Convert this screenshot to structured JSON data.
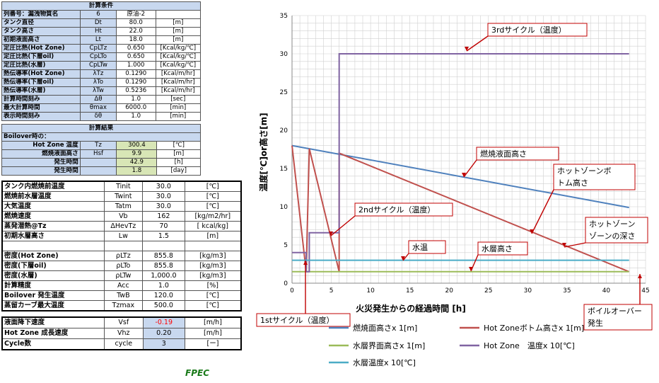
{
  "calc_conditions": {
    "title": "計算条件",
    "rows": [
      {
        "label": "列番号：漏洩物質名",
        "sym": "6",
        "val": "原油-2",
        "unit": ""
      },
      {
        "label": "タンク直径",
        "sym": "Dt",
        "val": "80.0",
        "unit": "[m]"
      },
      {
        "label": "タンク高さ",
        "sym": "Ht",
        "val": "22.0",
        "unit": "[m]"
      },
      {
        "label": "初期液面高さ",
        "sym": "Lt",
        "val": "18.0",
        "unit": "[m]"
      },
      {
        "label": "定圧比熱(Hot Zone)",
        "sym": "CpLTz",
        "val": "0.650",
        "unit": "[Kcal/kg/℃]"
      },
      {
        "label": "定圧比熱(下層oil)",
        "sym": "CpLTo",
        "val": "0.650",
        "unit": "[Kcal/kg/℃]"
      },
      {
        "label": "定圧比熱(水層)",
        "sym": "CpLTw",
        "val": "1.000",
        "unit": "[Kcal/kg/℃]"
      },
      {
        "label": "熱伝導率(Hot Zone)",
        "sym": "λTz",
        "val": "0.1290",
        "unit": "[Kcal/m/hr]"
      },
      {
        "label": "熱伝導率(下層oil)",
        "sym": "λTo",
        "val": "0.1290",
        "unit": "[Kcal/m/hr]"
      },
      {
        "label": "熱伝導率(水層)",
        "sym": "λTw",
        "val": "0.5236",
        "unit": "[Kcal/m/hr]"
      },
      {
        "label": "計算時間刻み",
        "sym": "Δθ",
        "val": "1.0",
        "unit": "[sec]"
      },
      {
        "label": "最大計算時間",
        "sym": "θmax",
        "val": "6000.0",
        "unit": "[min]"
      },
      {
        "label": "表示時間刻み",
        "sym": "δθ",
        "val": "1.0",
        "unit": "[min]"
      }
    ]
  },
  "calc_results": {
    "title": "計算結果",
    "sub": "Boilover時の：",
    "rows": [
      {
        "label": "Hot Zone 温度",
        "sym": "Tz",
        "val": "300.4",
        "unit": "[℃]"
      },
      {
        "label": "燃焼液面高さ",
        "sym": "Hsf",
        "val": "9.9",
        "unit": "[m]"
      },
      {
        "label": "発生時間",
        "sym": "",
        "val": "42.9",
        "unit": "[h]"
      },
      {
        "label": "発生時間",
        "sym": "",
        "val": "1.8",
        "unit": "[day]"
      }
    ]
  },
  "params": {
    "rows": [
      {
        "label": "タンク内燃焼前温度",
        "sym": "Tinit",
        "val": "30.0",
        "unit": "[℃]"
      },
      {
        "label": "燃焼前水層温度",
        "sym": "Twint",
        "val": "30.0",
        "unit": "[℃]"
      },
      {
        "label": "大気温度",
        "sym": "Tatm",
        "val": "30.0",
        "unit": "[℃]"
      },
      {
        "label": "燃焼速度",
        "sym": "Vb",
        "val": "162",
        "unit": "[kg/m2/hr]"
      },
      {
        "label": "蒸発潜熱@Tz",
        "sym": "ΔHevTz",
        "val": "70",
        "unit": "[ kcal/kg]"
      },
      {
        "label": "初期水層高さ",
        "sym": "Lw",
        "val": "1.5",
        "unit": "[m]"
      },
      {
        "label": "",
        "sym": "",
        "val": "",
        "unit": ""
      },
      {
        "label": "密度(Hot Zone)",
        "sym": "ρLTz",
        "val": "855.8",
        "unit": "[kg/m3]"
      },
      {
        "label": "密度(下層oil)",
        "sym": "ρLTo",
        "val": "855.8",
        "unit": "[kg/m3]"
      },
      {
        "label": "密度(水層)",
        "sym": "ρLTw",
        "val": "1,000.0",
        "unit": "[kg/m3]"
      },
      {
        "label": "計算精度",
        "sym": "Acc",
        "val": "1.0",
        "unit": "[%]"
      },
      {
        "label": "Boilover 発生温度",
        "sym": "TwB",
        "val": "120.0",
        "unit": "[℃]"
      },
      {
        "label": "蒸留カーブ最大温度",
        "sym": "Tzmax",
        "val": "500.0",
        "unit": "[℃]"
      }
    ]
  },
  "outputs": {
    "rows": [
      {
        "label": "液面降下速度",
        "sym": "Vsf",
        "val": "-0.19",
        "unit": "[m/h]"
      },
      {
        "label": "Hot Zone 成長速度",
        "sym": "Vhz",
        "val": "0.20",
        "unit": "[m/h]"
      },
      {
        "label": "Cycle数",
        "sym": "cycle",
        "val": "3",
        "unit": "[ー]"
      }
    ]
  },
  "footer": {
    "logo": "FPEC"
  },
  "chart_data": {
    "type": "line",
    "xlabel": "火災発生からの経過時間 [h]",
    "ylabel": "温度[℃]or高さ[m]",
    "xlim": [
      0,
      45
    ],
    "ylim": [
      0,
      35
    ],
    "xticks": [
      0,
      5,
      10,
      15,
      20,
      25,
      30,
      35,
      40,
      45
    ],
    "yticks": [
      0,
      5,
      10,
      15,
      20,
      25,
      30,
      35
    ],
    "grid": true,
    "legend_position": "bottom",
    "colors": {
      "surface": "#4f81bd",
      "hotbottom": "#c0504d",
      "interface": "#9bbb59",
      "hottemp": "#8064a2",
      "watertemp": "#4bacc6"
    },
    "series": [
      {
        "key": "surface",
        "name": "燃焼面高さx 1[m]",
        "x": [
          0,
          42.9
        ],
        "y": [
          18,
          9.9
        ]
      },
      {
        "key": "hotbottom",
        "name": "Hot Zoneボトム高さx 1[m]",
        "x": [
          0,
          1.8,
          1.8,
          2.2,
          6.0,
          6.0,
          42.9
        ],
        "y": [
          18,
          1.5,
          1.5,
          17.6,
          1.5,
          17.0,
          1.5
        ]
      },
      {
        "key": "interface",
        "name": "水層界面高さx 1[m]",
        "x": [
          0,
          42.9
        ],
        "y": [
          1.5,
          1.5
        ]
      },
      {
        "key": "hottemp",
        "name": "Hot Zone　温度x 10[℃]",
        "x": [
          0,
          1.8,
          1.8,
          2.2,
          2.2,
          6.0,
          6.0,
          42.9
        ],
        "y": [
          4.0,
          4.0,
          1.5,
          1.5,
          6.6,
          6.6,
          30.0,
          30.0
        ]
      },
      {
        "key": "watertemp",
        "name": "水層温度x 10[℃]",
        "x": [
          0,
          42.9
        ],
        "y": [
          3.0,
          3.0
        ]
      }
    ],
    "annotations": [
      {
        "text": "3rdサイクル（温度）",
        "ax": 5.8,
        "ay": 29.0
      },
      {
        "text": "燃焼液面高さ",
        "ax": 17.5,
        "ay": 13.8
      },
      {
        "text": "ホットゾーンボ",
        "text2": "トム高さ",
        "ax": 24.5,
        "ay": 7.1
      },
      {
        "text": "2ndサイクル（温度）",
        "ax": 4.6,
        "ay": 6.6
      },
      {
        "text": "水温",
        "ax": 13.0,
        "ay": 3.0
      },
      {
        "text": "水層高さ",
        "ax": 22.0,
        "ay": 1.5
      },
      {
        "text": "ホットゾーン",
        "text2": "ゾーンの深さ",
        "ax": 33.0,
        "ay": 5.8
      },
      {
        "text": "1stサイクル（温度）",
        "ax": 1.5,
        "ay": 1.5
      },
      {
        "text": "ボイルオーバー",
        "text2": "発生",
        "ax": 42.9,
        "ay": 1.5
      }
    ]
  }
}
